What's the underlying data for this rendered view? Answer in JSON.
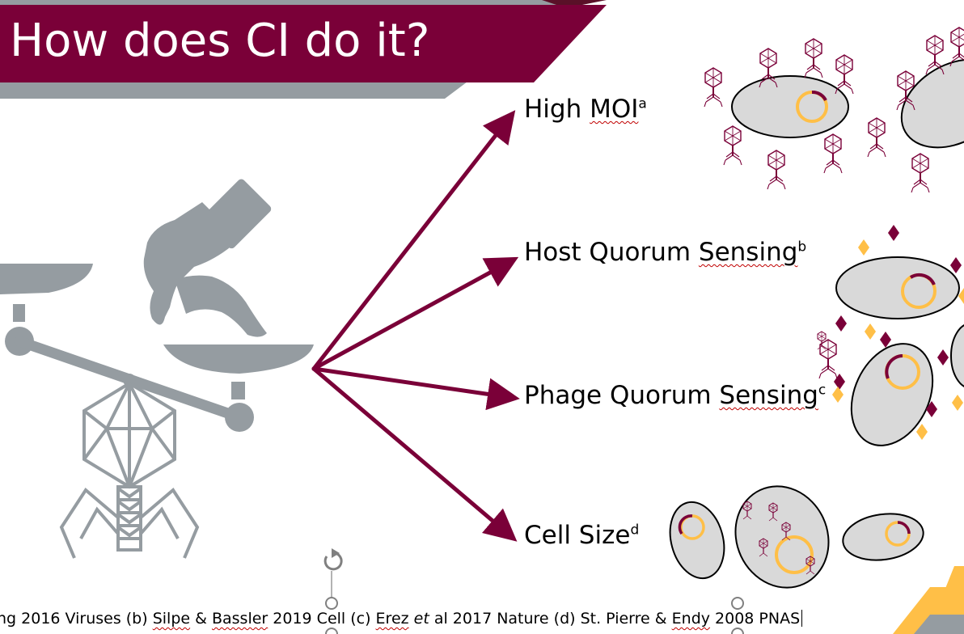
{
  "slide": {
    "title": "How does CI do it?"
  },
  "branches": [
    {
      "label": "High MOI",
      "squiggle_part": "MOI",
      "plain_part": "High ",
      "superscript": "a"
    },
    {
      "label": "Host Quorum Sensing",
      "squiggle_part": "Sensing",
      "plain_part": "Host Quorum ",
      "superscript": "b"
    },
    {
      "label": "Phage Quorum Sensing",
      "squiggle_part": "Sensing",
      "plain_part": "Phage Quorum ",
      "superscript": "c"
    },
    {
      "label": "Cell Size",
      "squiggle_part": "",
      "plain_part": "Cell Size",
      "superscript": "d"
    }
  ],
  "citation": {
    "parts": [
      {
        "text": "ng 2016 Viruses (b) ",
        "style": "plain"
      },
      {
        "text": "Silpe",
        "style": "squiggle"
      },
      {
        "text": " & ",
        "style": "plain"
      },
      {
        "text": "Bassler",
        "style": "squiggle"
      },
      {
        "text": " 2019 Cell (c) ",
        "style": "plain"
      },
      {
        "text": "Erez",
        "style": "squiggle"
      },
      {
        "text": " ",
        "style": "plain"
      },
      {
        "text": "et",
        "style": "italic"
      },
      {
        "text": " al 2017 Nature (d) St. Pierre & ",
        "style": "plain"
      },
      {
        "text": "Endy",
        "style": "squiggle"
      },
      {
        "text": " 2008 PNAS",
        "style": "plain"
      }
    ]
  },
  "colors": {
    "maroon": "#7a0038",
    "gray": "#959ca1",
    "cell_fill": "#d9d9d9",
    "gold": "#ffbf47",
    "text": "#000000"
  },
  "icons": {
    "balance": "scale-balance-icon",
    "hand": "pointing-hand-icon",
    "phage": "bacteriophage-icon",
    "rotate": "rotate-handle-icon"
  }
}
